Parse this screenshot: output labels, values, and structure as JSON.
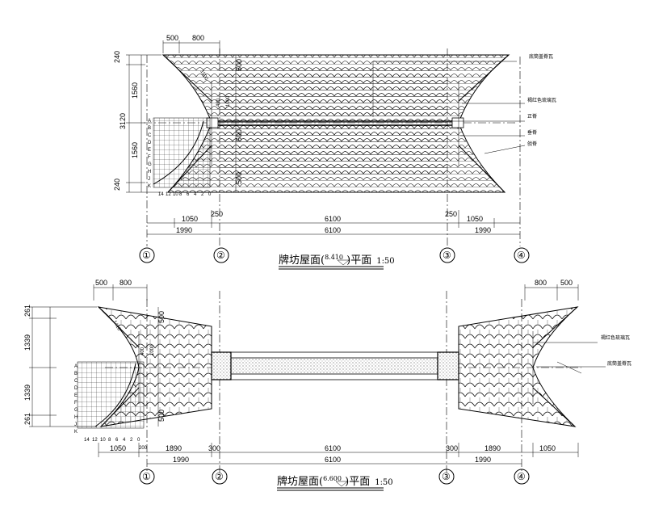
{
  "plan1": {
    "title_prefix": "牌坊屋面(",
    "level": "8.410",
    "title_suffix": ")平面",
    "scale": "1:50",
    "top_dims": [
      "500",
      "800"
    ],
    "left_dims": [
      "240",
      "1560",
      "3120",
      "1560",
      "240"
    ],
    "inner_v_dims": [
      "500",
      "500",
      "500"
    ],
    "inner_h_dims": [
      "400",
      "1000"
    ],
    "diag_dim": "1500",
    "bottom_row1": [
      "1050",
      "250",
      "6100",
      "250",
      "1050"
    ],
    "bottom_row2": [
      "1990",
      "6100",
      "1990"
    ],
    "axes": [
      "①",
      "②",
      "③",
      "④"
    ],
    "grid_rows": [
      "A",
      "B",
      "C",
      "D",
      "E",
      "F",
      "G",
      "H",
      "J",
      "K"
    ],
    "grid_cols": [
      "14",
      "12",
      "10",
      "8",
      "6",
      "4",
      "2",
      "0"
    ],
    "labels": [
      "底筒盖脊瓦",
      "褐红色琉璃瓦",
      "正脊",
      "垂脊",
      "戗脊"
    ]
  },
  "plan2": {
    "title_prefix": "牌坊屋面(",
    "level": "6.600",
    "title_suffix": ")平面",
    "scale": "1:50",
    "top_dims_left": [
      "500",
      "800"
    ],
    "top_dims_right": [
      "800",
      "500"
    ],
    "left_dims": [
      "261",
      "1339",
      "1339",
      "261"
    ],
    "inner_v_dims": [
      "500",
      "500"
    ],
    "inner_h_dims": [
      "400",
      "1000"
    ],
    "diag_dim": "1410",
    "bottom_row1": [
      "1050",
      "200",
      "1890",
      "300",
      "6100",
      "300",
      "1890",
      "1050"
    ],
    "bottom_row2": [
      "1990",
      "6100",
      "1990"
    ],
    "axes": [
      "①",
      "②",
      "③",
      "④"
    ],
    "grid_rows": [
      "A",
      "B",
      "C",
      "D",
      "E",
      "F",
      "G",
      "H",
      "J",
      "K"
    ],
    "grid_cols": [
      "14",
      "12",
      "10",
      "8",
      "6",
      "4",
      "2",
      "0"
    ],
    "labels": [
      "褐红色琉璃瓦",
      "底筒盖脊瓦"
    ]
  }
}
